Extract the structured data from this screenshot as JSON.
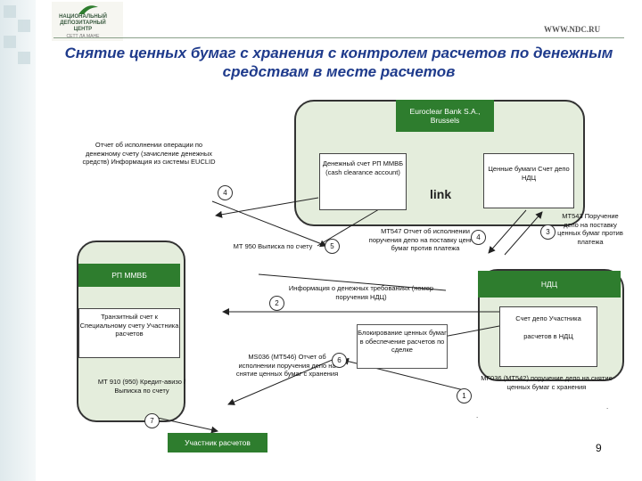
{
  "header": {
    "org_name": "НАЦИОНАЛЬНЫЙ ДЕПОЗИТАРНЫЙ ЦЕНТР",
    "org_sub": "СЕТТ ЛА МАНЕ",
    "site": "WWW.NDC.RU"
  },
  "title": "Снятие ценных бумаг с хранения с контролем расчетов по денежным средствам в месте расчетов",
  "boxes": {
    "euroclear": "Euroclear Bank S.A., Brussels",
    "rp_mmvb": "РП ММВБ",
    "ndc": "НДЦ",
    "participant": "Участник расчетов",
    "cash_account": "Денежный счет РП ММВБ (cash clearance account)",
    "securities_account": "Ценные бумаги Счет депо НДЦ",
    "transit_account": "Транзитный счет к Специальному счету Участника расчетов",
    "ndc_depo_line1": "Счет депо Участника",
    "ndc_depo_line2": "расчетов в НДЦ",
    "blocking": "Блокирование ценных бумаг в обеспечение расчетов по сделке"
  },
  "labels": {
    "report_cash": "Отчет об исполнении операции по денежному счету (зачисление денежных средств) Информация из системы EUCLID",
    "link": "link",
    "mt950": "МТ 950 Выписка по счету",
    "mt547": "МТ547 Отчет об исполнении поручения депо на поставку ценных бумаг против платежа",
    "mt543": "МТ543 Поручение депо на поставку ценных бумаг против платежа",
    "cash_info": "Информация о денежных требованиях (номер поручения НДЦ)",
    "ms036": "MS036 (МТ546) Отчет об исполнении поручения депо на снятие ценных бумаг с хранения",
    "mt910": "МТ 910 (950) Кредит-авизо / Выписка по счету",
    "mf036": "MF036 (МТ542) поручение депо на снятие ценных бумаг с хранения",
    "dot": "."
  },
  "steps": {
    "s1": "1",
    "s2": "2",
    "s3": "3",
    "s4a": "4",
    "s4b": "4",
    "s5": "5",
    "s6": "6",
    "s7": "7"
  },
  "page_number": "9",
  "colors": {
    "title": "#1f3b8c",
    "panel": "#e4eddc",
    "green_box": "#2e7d2e"
  }
}
